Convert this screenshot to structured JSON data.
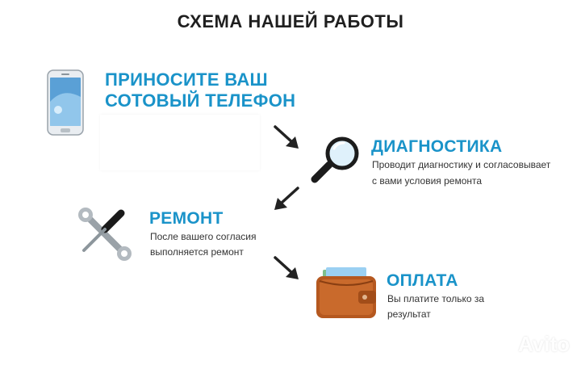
{
  "title": "СХЕМА НАШЕЙ РАБОТЫ",
  "steps": {
    "phone": {
      "heading_line1": "ПРИНОСИТЕ ВАШ",
      "heading_line2": "СОТОВЫЙ ТЕЛЕФОН",
      "icon": "phone-icon"
    },
    "diagnostics": {
      "heading": "ДИАГНОСТИКА",
      "text_line1": "Проводит диагностику и согласовывает",
      "text_line2": "с вами условия ремонта",
      "icon": "magnifier-icon"
    },
    "repair": {
      "heading": "РЕМОНТ",
      "text_line1": "После вашего согласия",
      "text_line2": "выполняется ремонт",
      "icon": "tools-icon"
    },
    "payment": {
      "heading": "ОПЛАТА",
      "text_line1": "Вы платите только за",
      "text_line2": "результат",
      "icon": "wallet-icon"
    }
  },
  "watermark": "Avito",
  "colors": {
    "accent": "#1a93c9",
    "title": "#1f1f1f",
    "text": "#333333",
    "arrow": "#222222",
    "wallet": "#b5581f"
  }
}
